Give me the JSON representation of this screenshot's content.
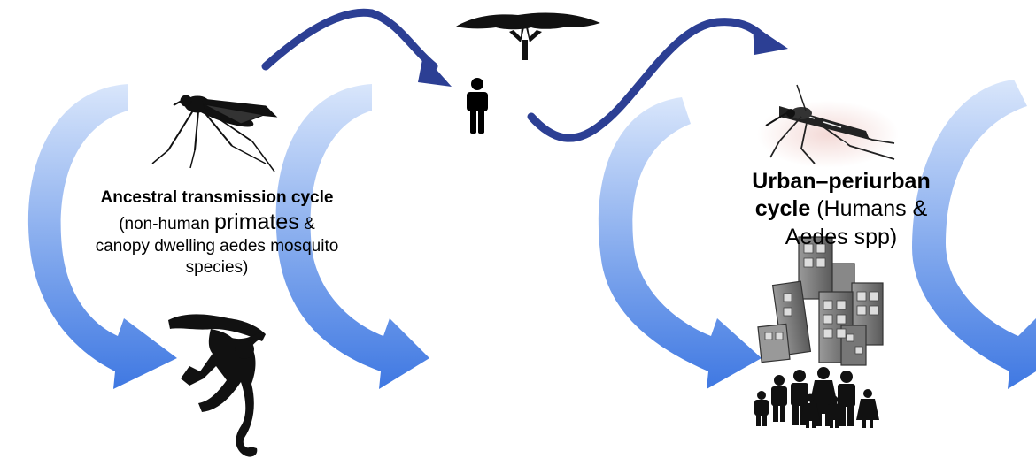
{
  "ancestral": {
    "title": "Ancestral transmission cycle",
    "line1_prefix": "(non-human ",
    "line1_big": "primates",
    "line1_suffix": " &",
    "line2": "canopy dwelling aedes mosquito",
    "line3": "species)"
  },
  "urban": {
    "title_line1": "Urban–periurban",
    "title_line2": "cycle",
    "desc_line2": " (Humans &",
    "desc_line3": "Aedes spp)"
  },
  "icons": [
    "mosquito-icon",
    "monkey-icon",
    "acacia-tree-icon",
    "human-icon",
    "aedes-mosquito-icon",
    "city-buildings-icon",
    "family-crowd-icon"
  ],
  "colors": {
    "arrow_blue": "#4f86e8",
    "arrow_light": "#c9dcfa",
    "connector": "#2c3f94"
  }
}
